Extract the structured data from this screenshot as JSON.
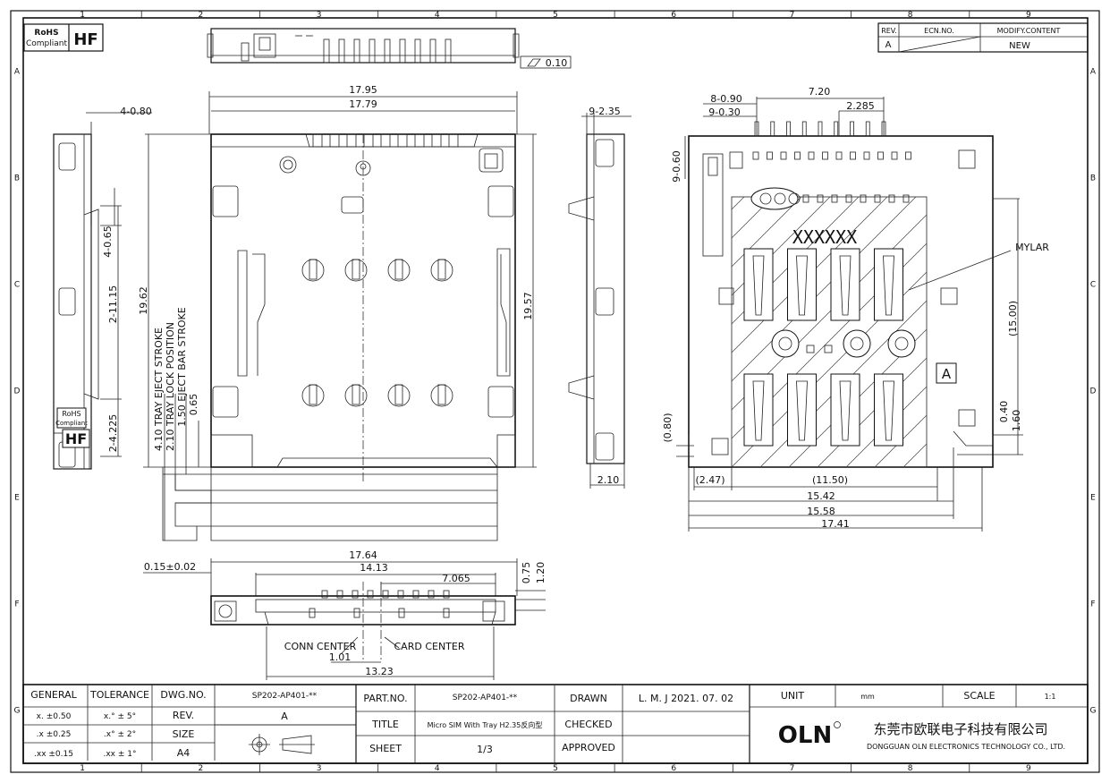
{
  "border": {
    "columns": [
      "1",
      "2",
      "3",
      "4",
      "5",
      "6",
      "7",
      "8",
      "9"
    ],
    "rows": [
      "A",
      "B",
      "C",
      "D",
      "E",
      "F",
      "G"
    ]
  },
  "badges": {
    "rohs_line1": "RoHS",
    "rohs_line2": "Compliant",
    "hf": "HF"
  },
  "revision_table": {
    "headers": [
      "REV.",
      "ECN.NO.",
      "MODIFY.CONTENT"
    ],
    "row": [
      "A",
      "",
      "NEW"
    ]
  },
  "dims": {
    "flatness": "0.10",
    "d17_95": "17.95",
    "d17_79": "17.79",
    "d19_62": "19.62",
    "d19_57": "19.57",
    "d4_080": "4-0.80",
    "d4_065": "4-0.65",
    "d2_1115": "2-11.15",
    "d2_4225": "2-4.225",
    "d9_235": "9-2.35",
    "d2_10": "2.10",
    "stroke_410": "4.10  TRAY  EJECT  STROKE",
    "stroke_210": "2.10  TRAY  LOCK  POSITION",
    "stroke_150": "1.50  EJECT  BAR  STROKE",
    "d0_65": "0.65",
    "d8_090": "8-0.90",
    "d9_030": "9-0.30",
    "d7_20": "7.20",
    "d2_285": "2.285",
    "d9_060": "9-0.60",
    "d15_00": "(15.00)",
    "mylar": "MYLAR",
    "marking": "XXXXXX",
    "detail_a": "A",
    "d0_80": "(0.80)",
    "d0_40": "0.40",
    "d1_60": "1.60",
    "d2_47": "(2.47)",
    "d11_50": "(11.50)",
    "d15_42": "15.42",
    "d15_58": "15.58",
    "d17_41": "17.41",
    "d0_15": "0.15±0.02",
    "d17_64": "17.64",
    "d14_13": "14.13",
    "d7_065": "7.065",
    "d0_75": "0.75",
    "d1_20": "1.20",
    "conn_center": "CONN  CENTER",
    "card_center": "CARD  CENTER",
    "d1_01": "1.01",
    "d13_23": "13.23"
  },
  "title_block": {
    "general": "GENERAL",
    "tolerance": "TOLERANCE",
    "tol_x_lin": "x. ±0.50",
    "tol_x_ang": "x.° ± 5°",
    "tol_xx_lin": ".x ±0.25",
    "tol_xx_ang": ".x° ± 2°",
    "tol_xxx_lin": ".xx ±0.15",
    "tol_xxx_ang": ".xx ± 1°",
    "dwg_no_label": "DWG.NO.",
    "dwg_no": "SP202-AP401-**",
    "rev_label": "REV.",
    "rev": "A",
    "size_label": "SIZE",
    "size": "A4",
    "part_no_label": "PART.NO.",
    "part_no": "SP202-AP401-**",
    "title_label": "TITLE",
    "title": "Micro SIM With Tray H2.35反向型",
    "sheet_label": "SHEET",
    "sheet": "1/3",
    "drawn_label": "DRAWN",
    "drawn": "L. M. J  2021. 07. 02",
    "checked_label": "CHECKED",
    "approved_label": "APPROVED",
    "unit_label": "UNIT",
    "unit": "mm",
    "scale_label": "SCALE",
    "scale": "1:1",
    "logo": "OLN",
    "company_cn": "东莞市欧联电子科技有限公司",
    "company_en": "DONGGUAN  OLN  ELECTRONICS  TECHNOLOGY  CO.,  LTD."
  }
}
